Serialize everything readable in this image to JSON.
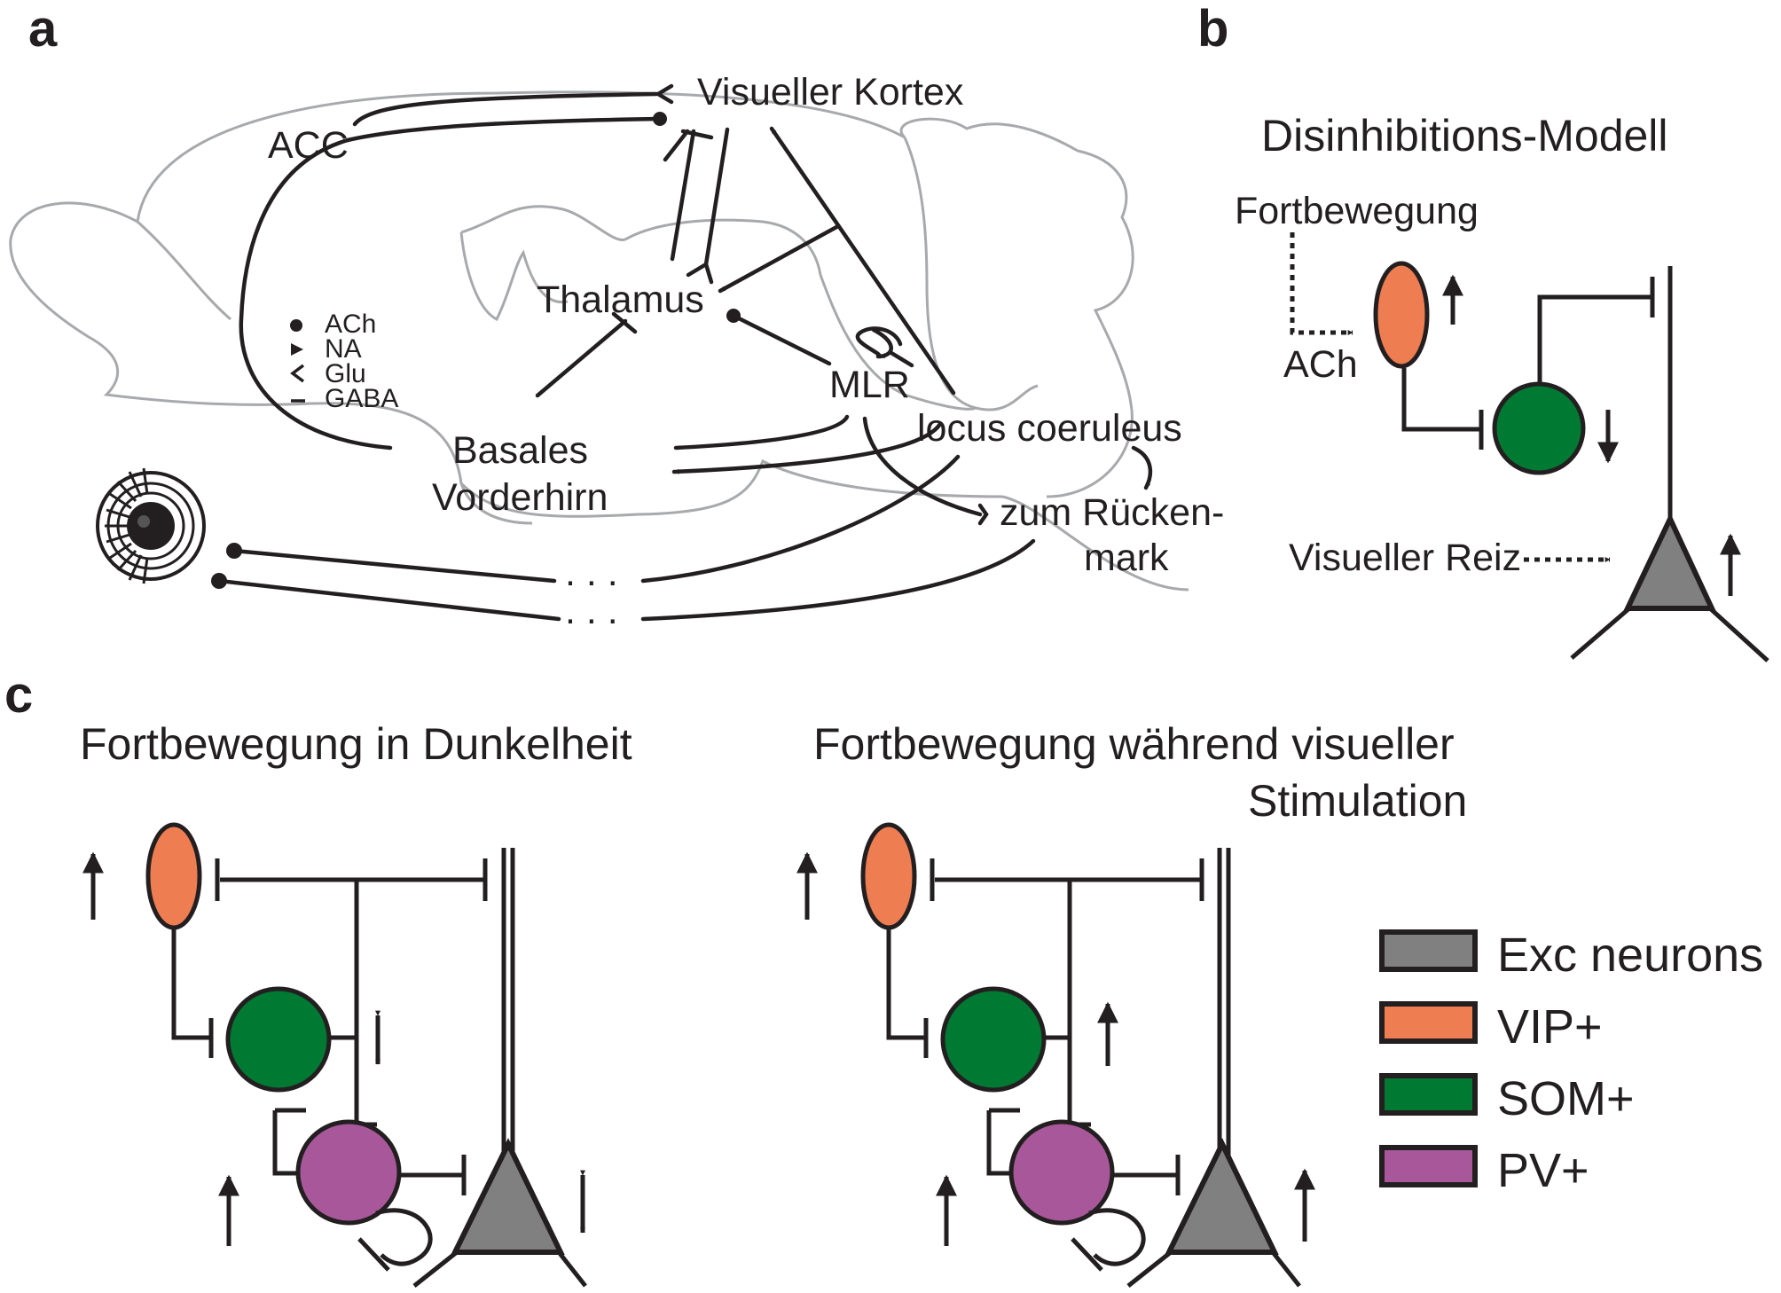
{
  "panels": {
    "a": {
      "letter": "a",
      "regions": {
        "visual_cortex": "Visueller Kortex",
        "acc": "ACC",
        "thalamus": "Thalamus",
        "mlr": "MLR",
        "locus_coeruleus": "locus coeruleus",
        "basal_forebrain_line1": "Basales",
        "basal_forebrain_line2": "Vorderhirn",
        "spinal_line1": "zum Rücken-",
        "spinal_line2": "mark"
      },
      "transmitter_legend": [
        {
          "symbol": "dot",
          "label": "ACh"
        },
        {
          "symbol": "triangle",
          "label": "NA"
        },
        {
          "symbol": "chevron",
          "label": "Glu"
        },
        {
          "symbol": "bar",
          "label": "GABA"
        }
      ],
      "ellipsis_1": ". . .",
      "ellipsis_2": ". . ."
    },
    "b": {
      "letter": "b",
      "title": "Disinhibitions-Modell",
      "locomotion": "Fortbewegung",
      "ach": "ACh",
      "visual_stimulus": "Visueller Reiz"
    },
    "c": {
      "letter": "c",
      "left_title": "Fortbewegung in Dunkelheit",
      "right_title_line1": "Fortbewegung während visueller",
      "right_title_line2": "Stimulation"
    }
  },
  "legend": [
    {
      "label": "Exc neurons",
      "color": "#808080"
    },
    {
      "label": "VIP+",
      "color": "#ee7d52"
    },
    {
      "label": "SOM+",
      "color": "#007a33"
    },
    {
      "label": "PV+",
      "color": "#a8589a"
    }
  ],
  "colors": {
    "exc": "#808080",
    "vip": "#ee7d52",
    "som": "#007a33",
    "pv": "#a8589a",
    "outline": "#231f20",
    "brain_outline": "#a7a9ac"
  }
}
